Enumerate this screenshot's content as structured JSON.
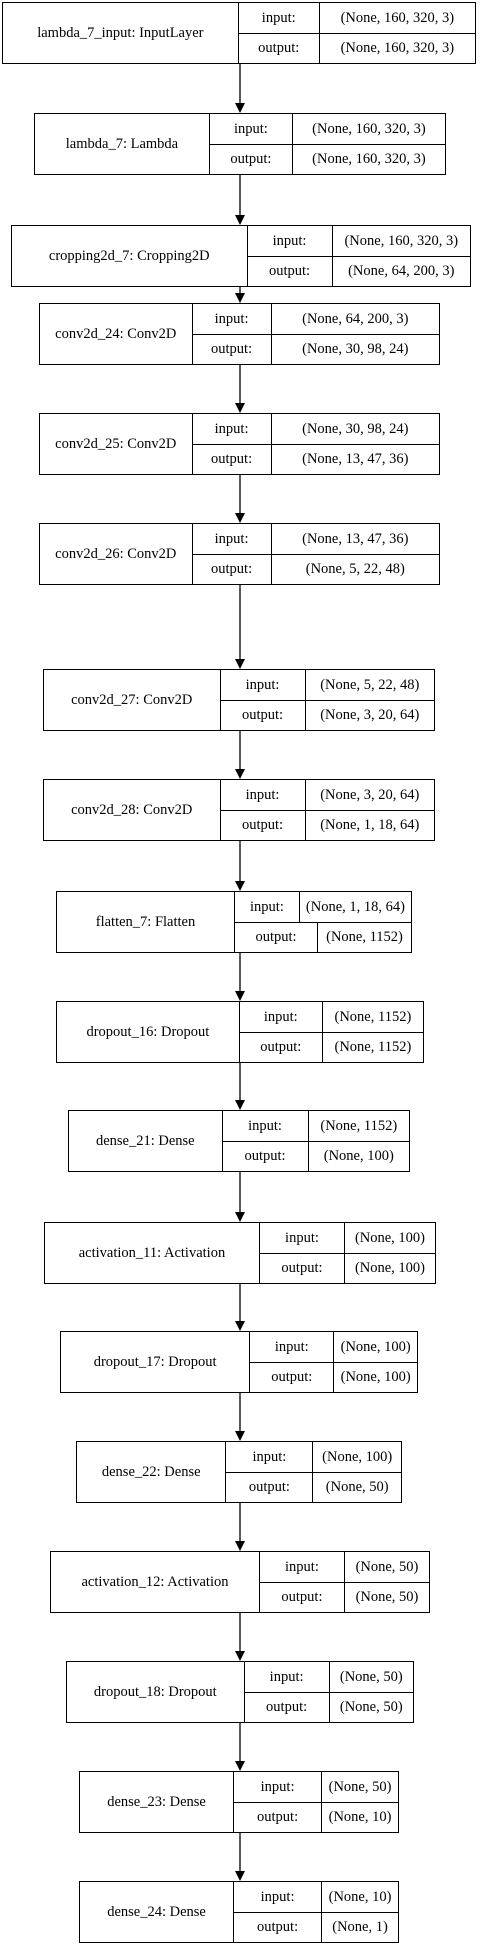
{
  "diagram": {
    "input_label": "input:",
    "output_label": "output:",
    "layers": [
      {
        "name": "lambda_7_input: InputLayer",
        "input": "(None, 160, 320, 3)",
        "output": "(None, 160, 320, 3)"
      },
      {
        "name": "lambda_7: Lambda",
        "input": "(None, 160, 320, 3)",
        "output": "(None, 160, 320, 3)"
      },
      {
        "name": "cropping2d_7: Cropping2D",
        "input": "(None, 160, 320, 3)",
        "output": "(None, 64, 200, 3)"
      },
      {
        "name": "conv2d_24: Conv2D",
        "input": "(None, 64, 200, 3)",
        "output": "(None, 30, 98, 24)"
      },
      {
        "name": "conv2d_25: Conv2D",
        "input": "(None, 30, 98, 24)",
        "output": "(None, 13, 47, 36)"
      },
      {
        "name": "conv2d_26: Conv2D",
        "input": "(None, 13, 47, 36)",
        "output": "(None, 5, 22, 48)"
      },
      {
        "name": "conv2d_27: Conv2D",
        "input": "(None, 5, 22, 48)",
        "output": "(None, 3, 20, 64)"
      },
      {
        "name": "conv2d_28: Conv2D",
        "input": "(None, 3, 20, 64)",
        "output": "(None, 1, 18, 64)"
      },
      {
        "name": "flatten_7: Flatten",
        "input": "(None, 1, 18, 64)",
        "output": "(None, 1152)"
      },
      {
        "name": "dropout_16: Dropout",
        "input": "(None, 1152)",
        "output": "(None, 1152)"
      },
      {
        "name": "dense_21: Dense",
        "input": "(None, 1152)",
        "output": "(None, 100)"
      },
      {
        "name": "activation_11: Activation",
        "input": "(None, 100)",
        "output": "(None, 100)"
      },
      {
        "name": "dropout_17: Dropout",
        "input": "(None, 100)",
        "output": "(None, 100)"
      },
      {
        "name": "dense_22: Dense",
        "input": "(None, 100)",
        "output": "(None, 50)"
      },
      {
        "name": "activation_12: Activation",
        "input": "(None, 50)",
        "output": "(None, 50)"
      },
      {
        "name": "dropout_18: Dropout",
        "input": "(None, 50)",
        "output": "(None, 50)"
      },
      {
        "name": "dense_23: Dense",
        "input": "(None, 50)",
        "output": "(None, 10)"
      },
      {
        "name": "dense_24: Dense",
        "input": "(None, 10)",
        "output": "(None, 1)"
      }
    ]
  }
}
